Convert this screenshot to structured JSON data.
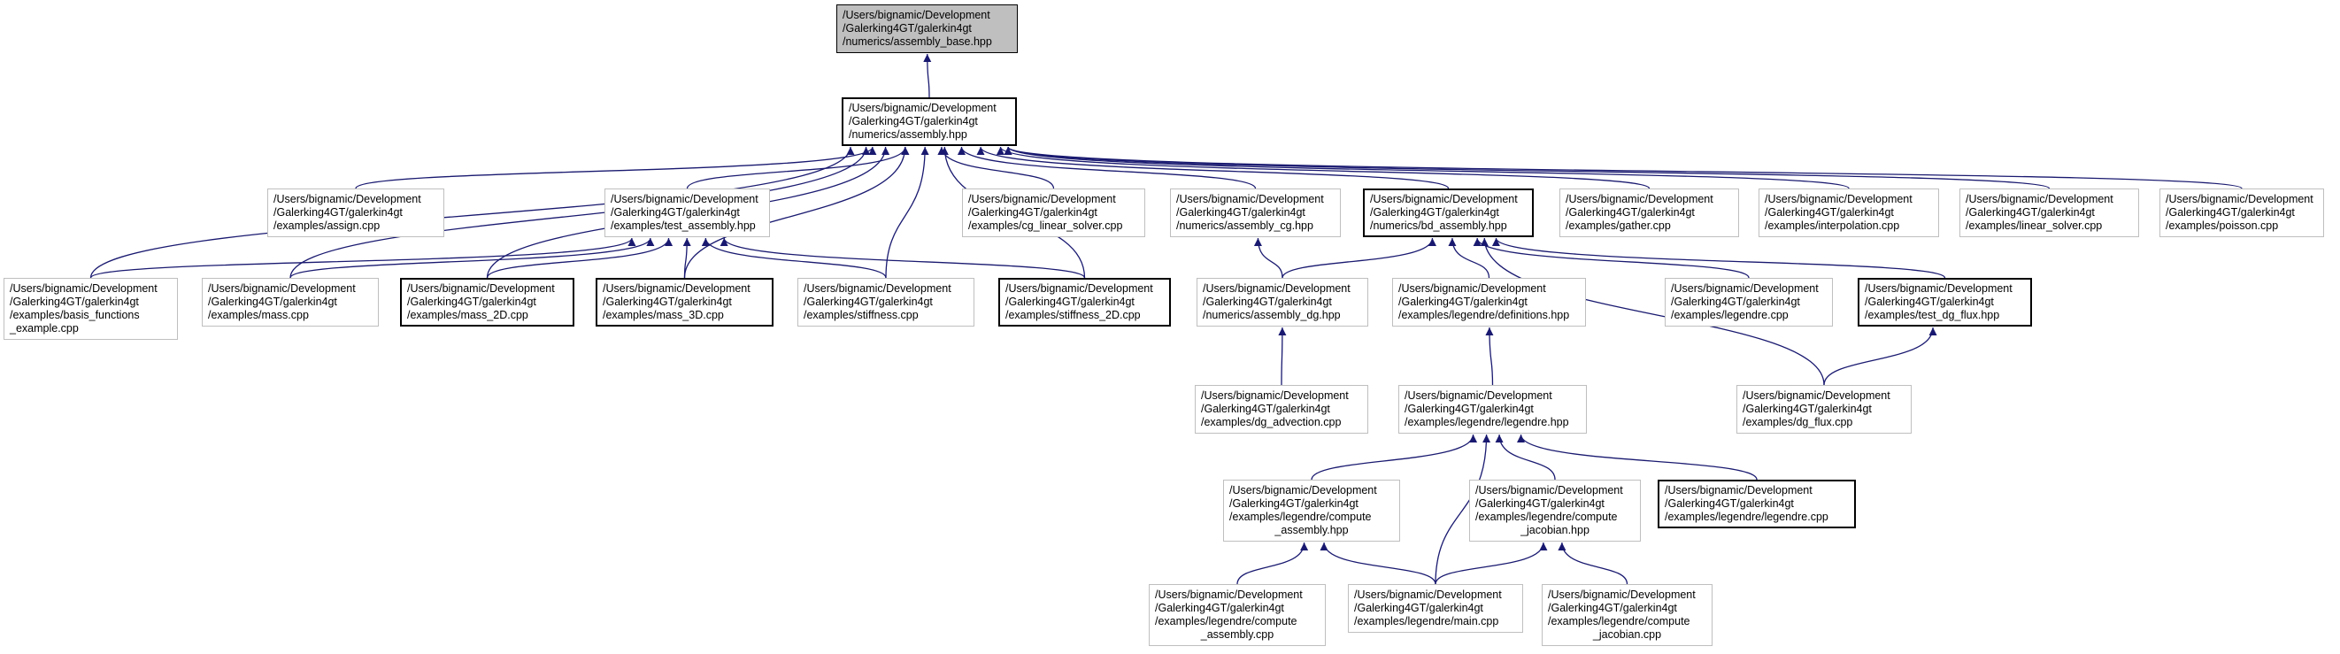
{
  "colors": {
    "edge": "#191970",
    "node_border": "#bfbfbf",
    "node_border_linked": "#000000",
    "root_fill": "#bfbfbf"
  },
  "nodes": [
    {
      "id": "assembly_base",
      "lines": [
        "/Users/bignamic/Development",
        "/Galerking4GT/galerkin4gt",
        "/numerics/assembly_base.hpp"
      ],
      "style": "root"
    },
    {
      "id": "assembly",
      "lines": [
        "/Users/bignamic/Development",
        "/Galerking4GT/galerkin4gt",
        "/numerics/assembly.hpp"
      ],
      "style": "bold"
    },
    {
      "id": "assign",
      "lines": [
        "/Users/bignamic/Development",
        "/Galerking4GT/galerkin4gt",
        "/examples/assign.cpp"
      ],
      "style": "plain"
    },
    {
      "id": "test_assembly",
      "lines": [
        "/Users/bignamic/Development",
        "/Galerking4GT/galerkin4gt",
        "/examples/test_assembly.hpp"
      ],
      "style": "plain"
    },
    {
      "id": "cg_linear_solver",
      "lines": [
        "/Users/bignamic/Development",
        "/Galerking4GT/galerkin4gt",
        "/examples/cg_linear_solver.cpp"
      ],
      "style": "plain"
    },
    {
      "id": "assembly_cg",
      "lines": [
        "/Users/bignamic/Development",
        "/Galerking4GT/galerkin4gt",
        "/numerics/assembly_cg.hpp"
      ],
      "style": "plain"
    },
    {
      "id": "bd_assembly",
      "lines": [
        "/Users/bignamic/Development",
        "/Galerking4GT/galerkin4gt",
        "/numerics/bd_assembly.hpp"
      ],
      "style": "bold"
    },
    {
      "id": "gather",
      "lines": [
        "/Users/bignamic/Development",
        "/Galerking4GT/galerkin4gt",
        "/examples/gather.cpp"
      ],
      "style": "plain"
    },
    {
      "id": "interpolation",
      "lines": [
        "/Users/bignamic/Development",
        "/Galerking4GT/galerkin4gt",
        "/examples/interpolation.cpp"
      ],
      "style": "plain"
    },
    {
      "id": "linear_solver",
      "lines": [
        "/Users/bignamic/Development",
        "/Galerking4GT/galerkin4gt",
        "/examples/linear_solver.cpp"
      ],
      "style": "plain"
    },
    {
      "id": "poisson",
      "lines": [
        "/Users/bignamic/Development",
        "/Galerking4GT/galerkin4gt",
        "/examples/poisson.cpp"
      ],
      "style": "plain"
    },
    {
      "id": "basis_functions",
      "lines": [
        "/Users/bignamic/Development",
        "/Galerking4GT/galerkin4gt",
        "/examples/basis_functions",
        "_example.cpp"
      ],
      "style": "plain"
    },
    {
      "id": "mass",
      "lines": [
        "/Users/bignamic/Development",
        "/Galerking4GT/galerkin4gt",
        "/examples/mass.cpp"
      ],
      "style": "plain"
    },
    {
      "id": "mass_2D",
      "lines": [
        "/Users/bignamic/Development",
        "/Galerking4GT/galerkin4gt",
        "/examples/mass_2D.cpp"
      ],
      "style": "bold"
    },
    {
      "id": "mass_3D",
      "lines": [
        "/Users/bignamic/Development",
        "/Galerking4GT/galerkin4gt",
        "/examples/mass_3D.cpp"
      ],
      "style": "bold"
    },
    {
      "id": "stiffness",
      "lines": [
        "/Users/bignamic/Development",
        "/Galerking4GT/galerkin4gt",
        "/examples/stiffness.cpp"
      ],
      "style": "plain"
    },
    {
      "id": "stiffness_2D",
      "lines": [
        "/Users/bignamic/Development",
        "/Galerking4GT/galerkin4gt",
        "/examples/stiffness_2D.cpp"
      ],
      "style": "bold"
    },
    {
      "id": "assembly_dg",
      "lines": [
        "/Users/bignamic/Development",
        "/Galerking4GT/galerkin4gt",
        "/numerics/assembly_dg.hpp"
      ],
      "style": "plain"
    },
    {
      "id": "definitions",
      "lines": [
        "/Users/bignamic/Development",
        "/Galerking4GT/galerkin4gt",
        "/examples/legendre/definitions.hpp"
      ],
      "style": "plain"
    },
    {
      "id": "legendre_cpp",
      "lines": [
        "/Users/bignamic/Development",
        "/Galerking4GT/galerkin4gt",
        "/examples/legendre.cpp"
      ],
      "style": "plain"
    },
    {
      "id": "test_dg_flux",
      "lines": [
        "/Users/bignamic/Development",
        "/Galerking4GT/galerkin4gt",
        "/examples/test_dg_flux.hpp"
      ],
      "style": "bold"
    },
    {
      "id": "dg_advection",
      "lines": [
        "/Users/bignamic/Development",
        "/Galerking4GT/galerkin4gt",
        "/examples/dg_advection.cpp"
      ],
      "style": "plain"
    },
    {
      "id": "legendre_hpp",
      "lines": [
        "/Users/bignamic/Development",
        "/Galerking4GT/galerkin4gt",
        "/examples/legendre/legendre.hpp"
      ],
      "style": "plain"
    },
    {
      "id": "dg_flux",
      "lines": [
        "/Users/bignamic/Development",
        "/Galerking4GT/galerkin4gt",
        "/examples/dg_flux.cpp"
      ],
      "style": "plain"
    },
    {
      "id": "compute_assembly_hpp",
      "lines": [
        "/Users/bignamic/Development",
        "/Galerking4GT/galerkin4gt",
        "/examples/legendre/compute",
        "_assembly.hpp"
      ],
      "style": "plain"
    },
    {
      "id": "compute_jacobian_hpp",
      "lines": [
        "/Users/bignamic/Development",
        "/Galerking4GT/galerkin4gt",
        "/examples/legendre/compute",
        "_jacobian.hpp"
      ],
      "style": "plain"
    },
    {
      "id": "legendre_legendre_cpp",
      "lines": [
        "/Users/bignamic/Development",
        "/Galerking4GT/galerkin4gt",
        "/examples/legendre/legendre.cpp"
      ],
      "style": "bold"
    },
    {
      "id": "compute_assembly_cpp",
      "lines": [
        "/Users/bignamic/Development",
        "/Galerking4GT/galerkin4gt",
        "/examples/legendre/compute",
        "_assembly.cpp"
      ],
      "style": "plain"
    },
    {
      "id": "main_cpp",
      "lines": [
        "/Users/bignamic/Development",
        "/Galerking4GT/galerkin4gt",
        "/examples/legendre/main.cpp"
      ],
      "style": "plain"
    },
    {
      "id": "compute_jacobian_cpp",
      "lines": [
        "/Users/bignamic/Development",
        "/Galerking4GT/galerkin4gt",
        "/examples/legendre/compute",
        "_jacobian.cpp"
      ],
      "style": "plain"
    }
  ],
  "edges": [
    {
      "from": "assembly",
      "to": "assembly_base"
    },
    {
      "from": "assign",
      "to": "assembly"
    },
    {
      "from": "test_assembly",
      "to": "assembly"
    },
    {
      "from": "cg_linear_solver",
      "to": "assembly"
    },
    {
      "from": "assembly_cg",
      "to": "assembly"
    },
    {
      "from": "bd_assembly",
      "to": "assembly"
    },
    {
      "from": "gather",
      "to": "assembly"
    },
    {
      "from": "interpolation",
      "to": "assembly"
    },
    {
      "from": "linear_solver",
      "to": "assembly"
    },
    {
      "from": "poisson",
      "to": "assembly"
    },
    {
      "from": "basis_functions",
      "to": "assembly"
    },
    {
      "from": "mass",
      "to": "assembly"
    },
    {
      "from": "mass_2D",
      "to": "assembly"
    },
    {
      "from": "mass_3D",
      "to": "assembly"
    },
    {
      "from": "stiffness",
      "to": "assembly"
    },
    {
      "from": "stiffness_2D",
      "to": "assembly"
    },
    {
      "from": "basis_functions",
      "to": "test_assembly"
    },
    {
      "from": "mass",
      "to": "test_assembly"
    },
    {
      "from": "mass_2D",
      "to": "test_assembly"
    },
    {
      "from": "mass_3D",
      "to": "test_assembly"
    },
    {
      "from": "stiffness",
      "to": "test_assembly"
    },
    {
      "from": "stiffness_2D",
      "to": "test_assembly"
    },
    {
      "from": "assembly_dg",
      "to": "assembly_cg"
    },
    {
      "from": "assembly_dg",
      "to": "bd_assembly"
    },
    {
      "from": "definitions",
      "to": "bd_assembly"
    },
    {
      "from": "legendre_cpp",
      "to": "bd_assembly"
    },
    {
      "from": "test_dg_flux",
      "to": "bd_assembly"
    },
    {
      "from": "dg_flux",
      "to": "bd_assembly"
    },
    {
      "from": "dg_advection",
      "to": "assembly_dg"
    },
    {
      "from": "legendre_hpp",
      "to": "definitions"
    },
    {
      "from": "dg_flux",
      "to": "test_dg_flux"
    },
    {
      "from": "compute_assembly_hpp",
      "to": "legendre_hpp"
    },
    {
      "from": "compute_jacobian_hpp",
      "to": "legendre_hpp"
    },
    {
      "from": "legendre_legendre_cpp",
      "to": "legendre_hpp"
    },
    {
      "from": "main_cpp",
      "to": "legendre_hpp"
    },
    {
      "from": "compute_assembly_cpp",
      "to": "compute_assembly_hpp"
    },
    {
      "from": "main_cpp",
      "to": "compute_assembly_hpp"
    },
    {
      "from": "main_cpp",
      "to": "compute_jacobian_hpp"
    },
    {
      "from": "compute_jacobian_cpp",
      "to": "compute_jacobian_hpp"
    }
  ]
}
